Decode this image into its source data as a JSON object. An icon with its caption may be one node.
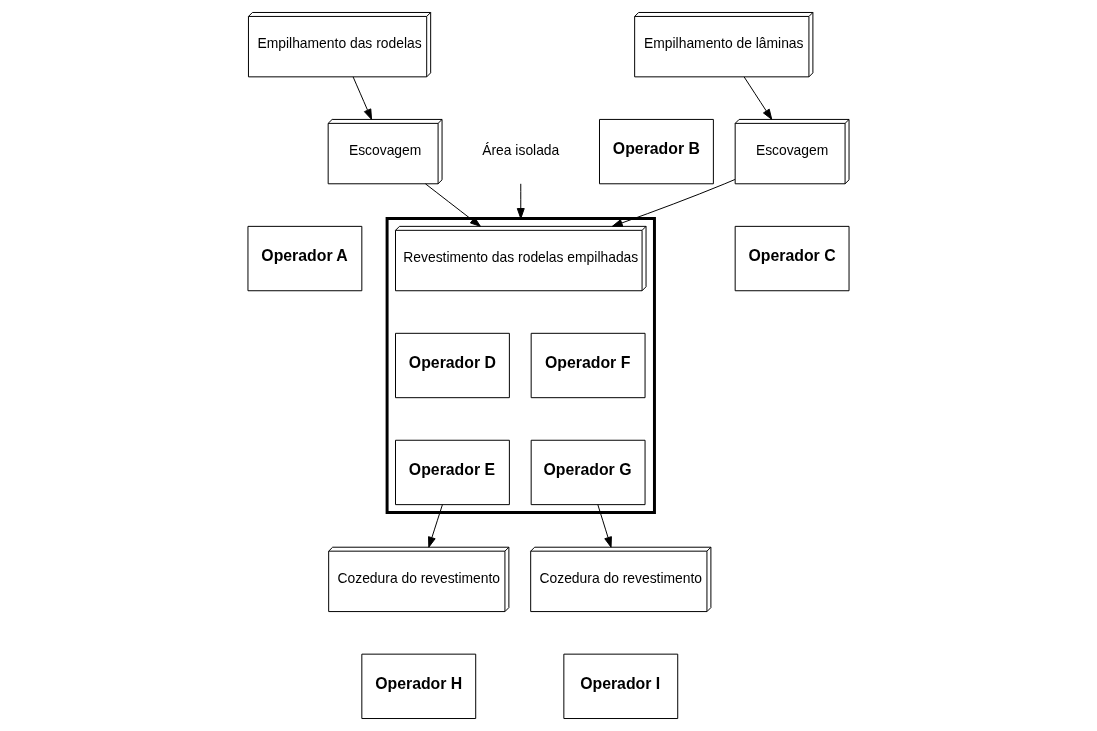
{
  "diagram": {
    "nodes": [
      {
        "text": [
          "Área isolada"
        ]
      },
      {
        "text": [],
        "shape": "box"
      },
      {
        "text": [
          "Revestimento das rodelas empilhadas"
        ],
        "in": 1
      },
      {
        "text": [
          "Operador D"
        ],
        "in": 1
      },
      {
        "text": [
          "Operador E"
        ],
        "in": 1
      },
      {
        "text": [
          "Operador F"
        ],
        "in": 1
      },
      {
        "text": [
          "Operador G"
        ],
        "in": 1
      },
      {
        "text": [
          "Empilhamento das rodelas"
        ]
      },
      {
        "text": [
          "Escovagem"
        ]
      },
      {
        "text": [
          "Operador A"
        ]
      },
      {
        "text": [
          "Cozedura do revestimento"
        ]
      },
      {
        "text": [
          "Operador H"
        ]
      },
      {
        "text": [
          "Cozedura do revestimento"
        ]
      },
      {
        "text": [
          "Operador I"
        ]
      },
      {
        "text": [
          "Empilhamento de lâminas"
        ]
      },
      {
        "text": [
          "Escovagem"
        ]
      },
      {
        "text": [
          "Operador B"
        ]
      },
      {
        "text": [
          "Operador C"
        ]
      }
    ],
    "edges": [
      {
        "from": 0,
        "to": 1,
        "arrow": "to"
      },
      {
        "from": 7,
        "to": 8,
        "arrow": "to"
      },
      {
        "from": 8,
        "to": 2,
        "arrow": "to"
      },
      {
        "from": 4,
        "to": 10,
        "arrow": "to"
      },
      {
        "from": 6,
        "to": 12,
        "arrow": "to"
      },
      {
        "from": 14,
        "to": 15,
        "arrow": "to"
      },
      {
        "from": 15,
        "to": 2,
        "arrow": "to"
      }
    ]
  }
}
